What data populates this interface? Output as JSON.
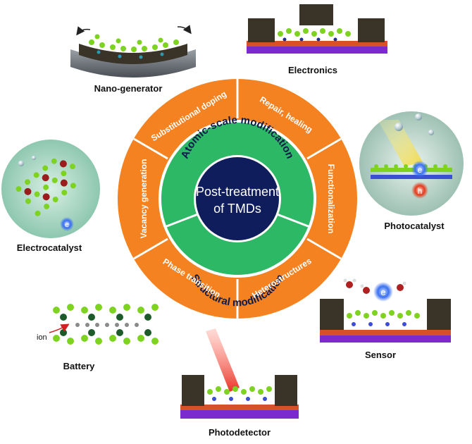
{
  "center": {
    "line1": "Post-treatment",
    "line2": "of TMDs"
  },
  "middle_ring": {
    "top": "Atomic-scale modification",
    "bottom": "Structural modification"
  },
  "outer_ring": {
    "segments": [
      "Substitutional doping",
      "Repair, healing",
      "Functionalization",
      "Heterostructures",
      "Phase transition",
      "Vacancy generation"
    ]
  },
  "applications": {
    "nanogenerator": "Nano-generator",
    "electronics": "Electronics",
    "photocatalyst": "Photocatalyst",
    "sensor": "Sensor",
    "photodetector": "Photodetector",
    "battery": "Battery",
    "electrocatalyst": "Electrocatalyst"
  },
  "glyphs": {
    "electron": "e",
    "hole": "h",
    "ion": "ion"
  },
  "colors": {
    "outer_ring": "#f58220",
    "middle_ring": "#2db866",
    "core": "#0f1d5c",
    "substrate": "#7b2ad0",
    "electrode": "#3a3328",
    "layer_green": "#7ed321",
    "atom_red": "#9b1c1c"
  }
}
